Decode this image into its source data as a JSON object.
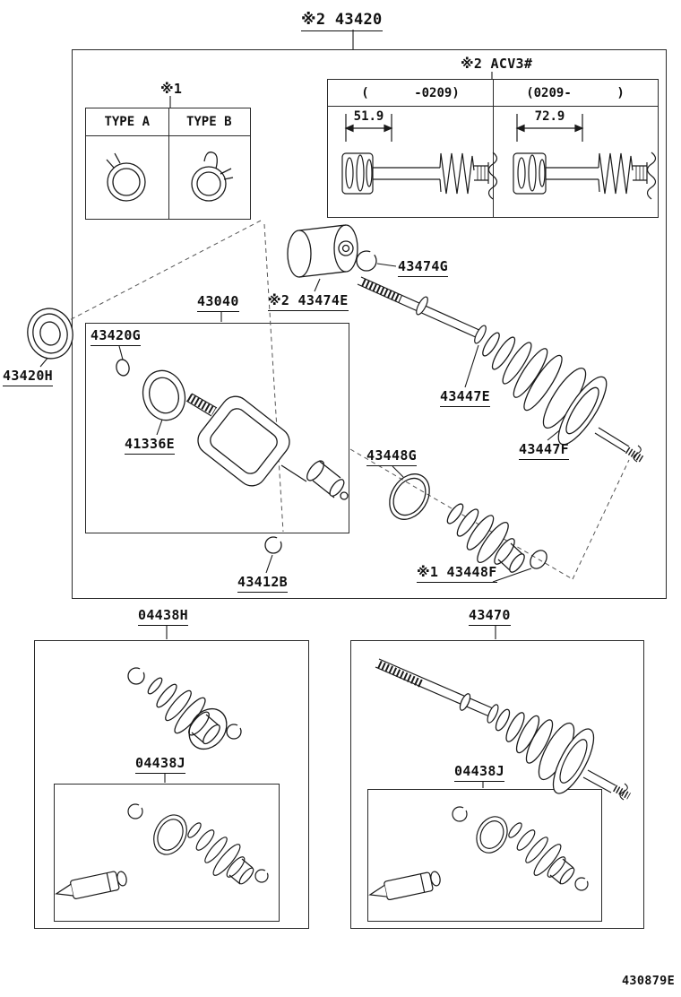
{
  "doc_code": "430879E",
  "title": {
    "label": "※2 43420"
  },
  "notes": {
    "clamp_note": "※1",
    "variant_note": "※2 ACV3#"
  },
  "clamp_table": {
    "type_a": "TYPE A",
    "type_b": "TYPE B"
  },
  "variant_table": {
    "left": {
      "range": "(      -0209)",
      "dim": "51.9"
    },
    "right": {
      "range": "(0209-      )",
      "dim": "72.9"
    }
  },
  "callouts": {
    "c43040": "43040",
    "c43420G": "43420G",
    "c43420H": "43420H",
    "c41336E": "41336E",
    "c43412B": "43412B",
    "c43474G": "43474G",
    "c43474E": "※2 43474E",
    "c43447E": "43447E",
    "c43447F": "43447F",
    "c43448G": "43448G",
    "c43448F": "※1 43448F",
    "c04438H": "04438H",
    "c04438J_left": "04438J",
    "c43470": "43470",
    "c04438J_right": "04438J"
  }
}
